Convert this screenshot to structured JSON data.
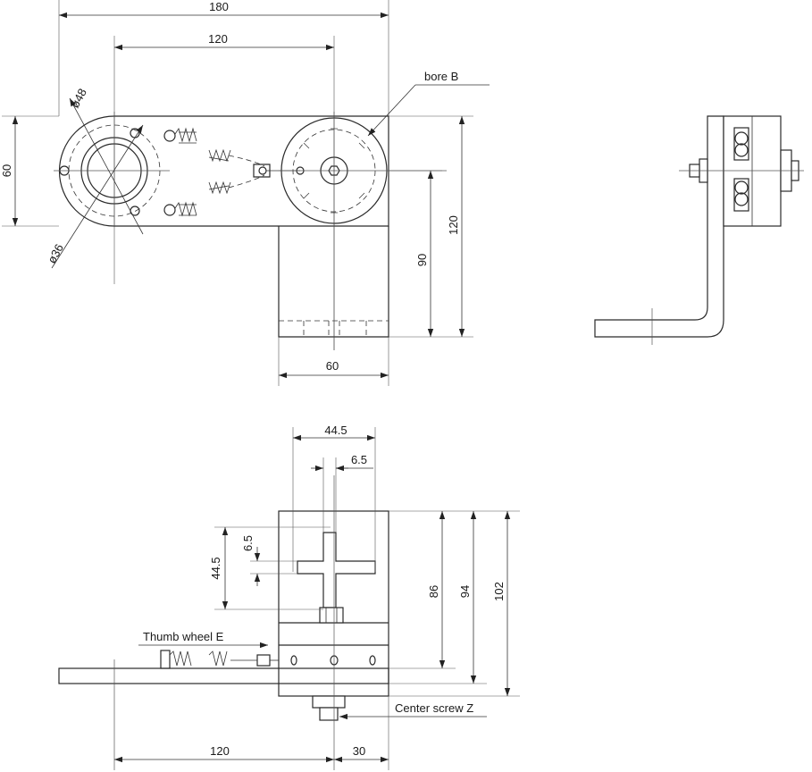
{
  "dimensions": {
    "top_width_180": "180",
    "top_width_120": "120",
    "height_60": "60",
    "height_120": "120",
    "height_90": "90",
    "width_60": "60",
    "dia_48": "ø48",
    "dia_36": "ø36",
    "width_44_5": "44.5",
    "width_6_5": "6.5",
    "height_6_5": "6.5",
    "height_44_5": "44.5",
    "height_86": "86",
    "height_94": "94",
    "height_102": "102",
    "bottom_120": "120",
    "bottom_30": "30"
  },
  "labels": {
    "bore": "bore B",
    "thumb_wheel": "Thumb wheel E",
    "center_screw": "Center screw Z"
  }
}
